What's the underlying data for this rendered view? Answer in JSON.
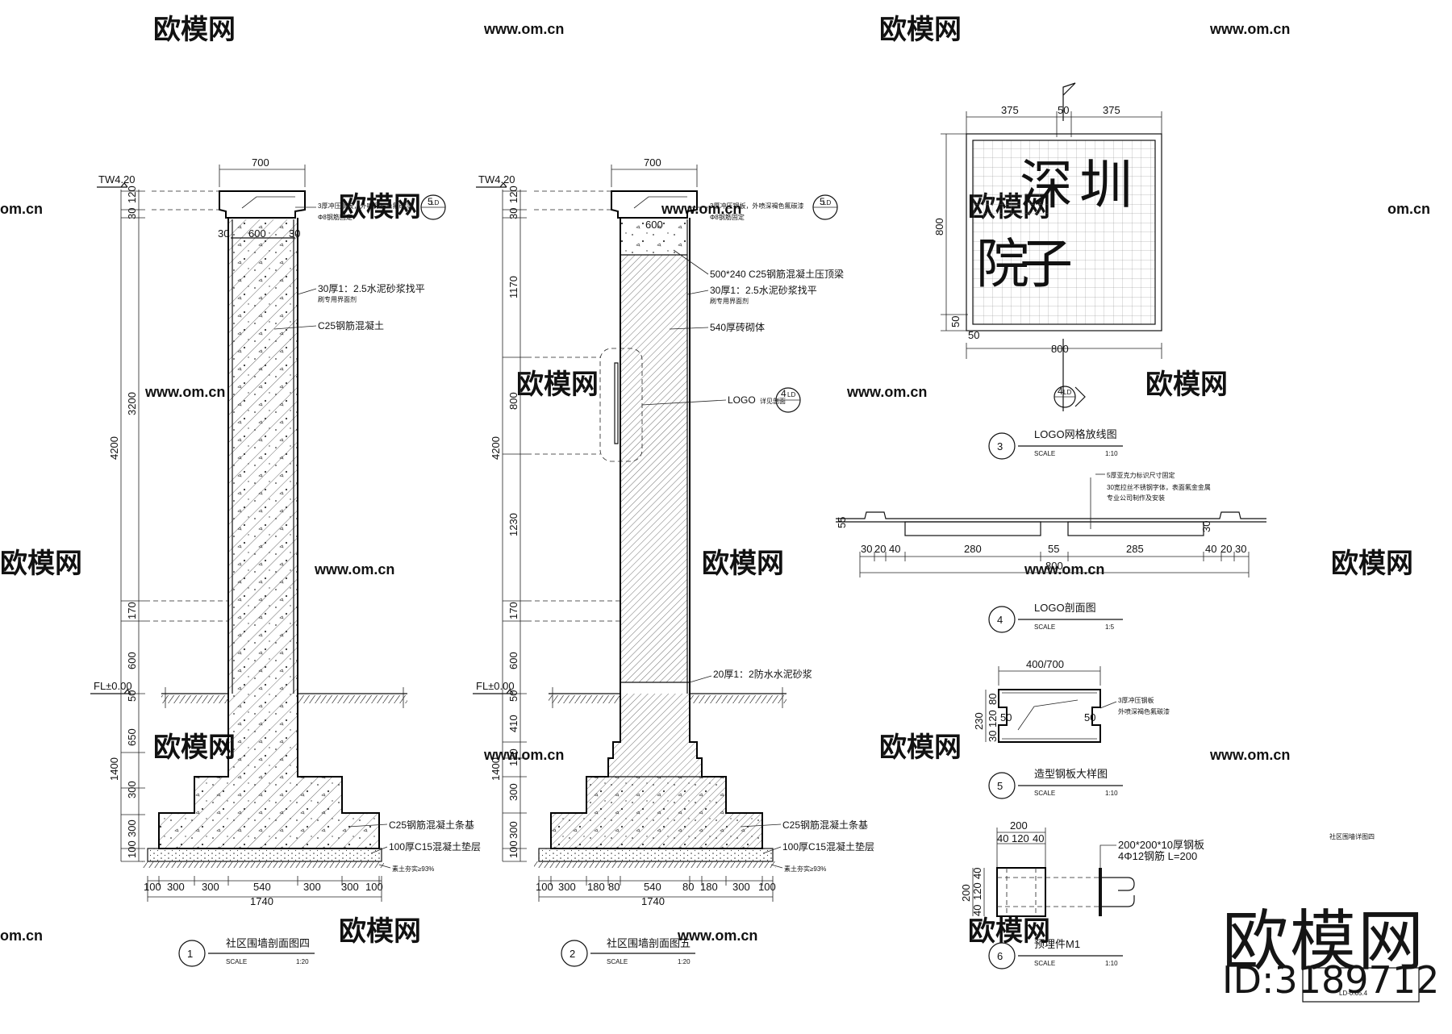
{
  "watermark": {
    "brand": "欧模网",
    "url": "www.om.cn",
    "url_partial": "om.cn",
    "id": "ID:3189712"
  },
  "sheet": {
    "code": "LD-0.05.4",
    "caption_right": "社区围墙详图四"
  },
  "colors": {
    "line": "#111111",
    "watermark": "#e3e3e3",
    "background": "#ffffff"
  },
  "levels": {
    "top": "TW4.20",
    "floor": "FL±0.00"
  },
  "section1": {
    "title": "社区围墙剖面图四",
    "num": "1",
    "scale_label": "SCALE",
    "scale": "1:20",
    "top_width": "700",
    "inner_width": "600",
    "edge_30": "30",
    "left_dims": [
      "4200",
      "1400"
    ],
    "inner_dims": [
      "120",
      "30",
      "3200",
      "170",
      "600",
      "50",
      "650",
      "300",
      "300",
      "100"
    ],
    "bottom_dims": [
      "100",
      "300",
      "300",
      "540",
      "300",
      "300",
      "100"
    ],
    "total_width": "1740",
    "notes": {
      "cap": "3厚冲压钢板，外喷深褐色氟碳漆",
      "cap2": "Φ8钢筋固定",
      "coat": "30厚1：2.5水泥砂浆找平",
      "coat2": "刷专用界面剂",
      "core": "C25钢筋混凝土",
      "footing": "C25钢筋混凝土条基",
      "cushion": "100厚C15混凝土垫层",
      "soil": "素土夯实≥93%"
    },
    "callout": {
      "num": "5",
      "sheet": "LD"
    }
  },
  "section2": {
    "title": "社区围墙剖面图五",
    "num": "2",
    "scale_label": "SCALE",
    "scale": "1:20",
    "top_width": "700",
    "inner_width": "600",
    "left_dims": [
      "4200",
      "1400"
    ],
    "inner_dims": [
      "120",
      "30",
      "1170",
      "800",
      "1230",
      "170",
      "600",
      "50",
      "410",
      "120",
      "300",
      "300",
      "100"
    ],
    "bottom_dims": [
      "100",
      "300",
      "180",
      "80",
      "540",
      "80",
      "180",
      "300",
      "100"
    ],
    "total_width": "1740",
    "notes": {
      "cap": "3厚冲压钢板，外喷深褐色氟碳漆",
      "cap2": "Φ8钢筋固定",
      "beam": "500*240 C25钢筋混凝土压顶梁",
      "coat": "30厚1：2.5水泥砂浆找平",
      "coat2": "刷专用界面剂",
      "wall": "540厚砖砌体",
      "logo": "LOGO",
      "logo_sub": "详见剖面",
      "damp": "20厚1：2防水水泥砂浆",
      "footing": "C25钢筋混凝土条基",
      "cushion": "100厚C15混凝土垫层",
      "soil": "素土夯实≥93%"
    },
    "callout_top": {
      "num": "5",
      "sheet": "LD"
    },
    "callout_logo": {
      "num": "4",
      "sheet": "LD"
    }
  },
  "detail3": {
    "title": "LOGO网格放线图",
    "num": "3",
    "scale_label": "SCALE",
    "scale": "1:10",
    "dims_top": [
      "375",
      "50",
      "375"
    ],
    "dim_left": "800",
    "dim_left_small": "50",
    "dim_bottom": "800",
    "dim_inner": "50",
    "logo_chars": [
      "深",
      "圳",
      "院",
      "子"
    ],
    "callout": {
      "num": "4",
      "sheet": "LD"
    }
  },
  "detail4": {
    "title": "LOGO剖面图",
    "num": "4",
    "scale_label": "SCALE",
    "scale": "1:5",
    "dims": [
      "30",
      "20",
      "40",
      "280",
      "55",
      "285",
      "40",
      "20",
      "30"
    ],
    "total": "800",
    "side": "55",
    "right_dim": "30",
    "notes": [
      "5厚亚克力标识尺寸固定",
      "30宽拉丝不锈钢字体，表面氟金金属",
      "专业公司制作及安装"
    ]
  },
  "detail5": {
    "title": "造型钢板大样图",
    "num": "5",
    "scale_label": "SCALE",
    "scale": "1:10",
    "top": "400/700",
    "left": [
      "230",
      "80",
      "120",
      "30"
    ],
    "inner": [
      "50",
      "50"
    ],
    "note": [
      "3厚冲压钢板",
      "外喷深褐色氟碳漆"
    ]
  },
  "detail6": {
    "title": "预埋件M1",
    "num": "6",
    "scale_label": "SCALE",
    "scale": "1:10",
    "top": "200",
    "top_split": [
      "40",
      "120",
      "40"
    ],
    "left": "200",
    "left_split": [
      "40",
      "120",
      "40"
    ],
    "note": [
      "200*200*10厚钢板",
      "4Φ12钢筋 L=200"
    ]
  }
}
